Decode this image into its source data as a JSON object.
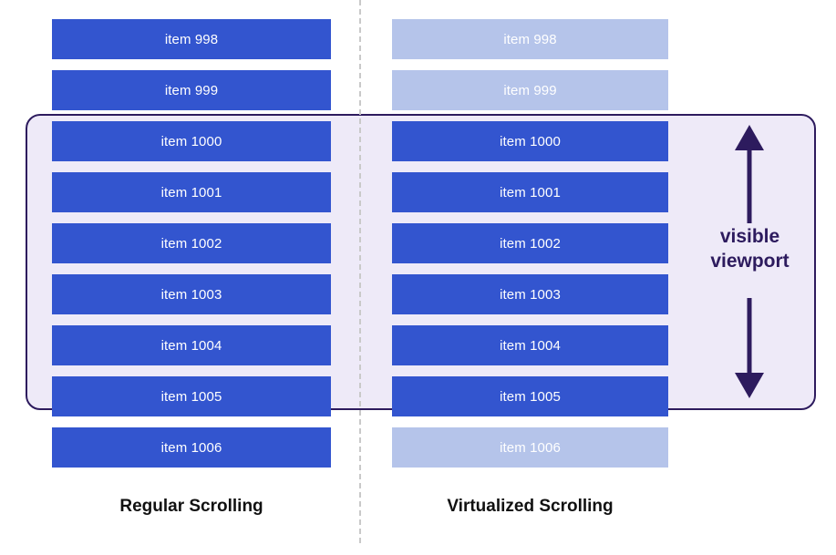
{
  "diagram": {
    "title_left": "Regular Scrolling",
    "title_right": "Virtualized Scrolling",
    "annotation": {
      "line1": "visible",
      "line2": "viewport",
      "arrow_icon": "double-headed-vertical-arrow-icon"
    },
    "colors": {
      "item_active": "#3355cf",
      "item_faded": "#b5c4ea",
      "viewport_fill": "#eeeaf8",
      "viewport_border": "#2d1b5e",
      "divider": "#c9c9c9",
      "item_text": "#ffffff",
      "caption_text": "#111111"
    },
    "columns": {
      "regular": {
        "name": "Regular Scrolling",
        "items": [
          {
            "label": "item 998",
            "state": "rendered",
            "in_viewport": false
          },
          {
            "label": "item 999",
            "state": "rendered",
            "in_viewport": false
          },
          {
            "label": "item 1000",
            "state": "rendered",
            "in_viewport": true
          },
          {
            "label": "item 1001",
            "state": "rendered",
            "in_viewport": true
          },
          {
            "label": "item 1002",
            "state": "rendered",
            "in_viewport": true
          },
          {
            "label": "item 1003",
            "state": "rendered",
            "in_viewport": true
          },
          {
            "label": "item 1004",
            "state": "rendered",
            "in_viewport": true
          },
          {
            "label": "item 1005",
            "state": "rendered",
            "in_viewport": true
          },
          {
            "label": "item 1006",
            "state": "rendered",
            "in_viewport": false
          }
        ]
      },
      "virtualized": {
        "name": "Virtualized Scrolling",
        "items": [
          {
            "label": "item 998",
            "state": "not-rendered",
            "in_viewport": false
          },
          {
            "label": "item 999",
            "state": "not-rendered",
            "in_viewport": false
          },
          {
            "label": "item 1000",
            "state": "rendered",
            "in_viewport": true
          },
          {
            "label": "item 1001",
            "state": "rendered",
            "in_viewport": true
          },
          {
            "label": "item 1002",
            "state": "rendered",
            "in_viewport": true
          },
          {
            "label": "item 1003",
            "state": "rendered",
            "in_viewport": true
          },
          {
            "label": "item 1004",
            "state": "rendered",
            "in_viewport": true
          },
          {
            "label": "item 1005",
            "state": "rendered",
            "in_viewport": true
          },
          {
            "label": "item 1006",
            "state": "not-rendered",
            "in_viewport": false
          }
        ]
      }
    }
  }
}
